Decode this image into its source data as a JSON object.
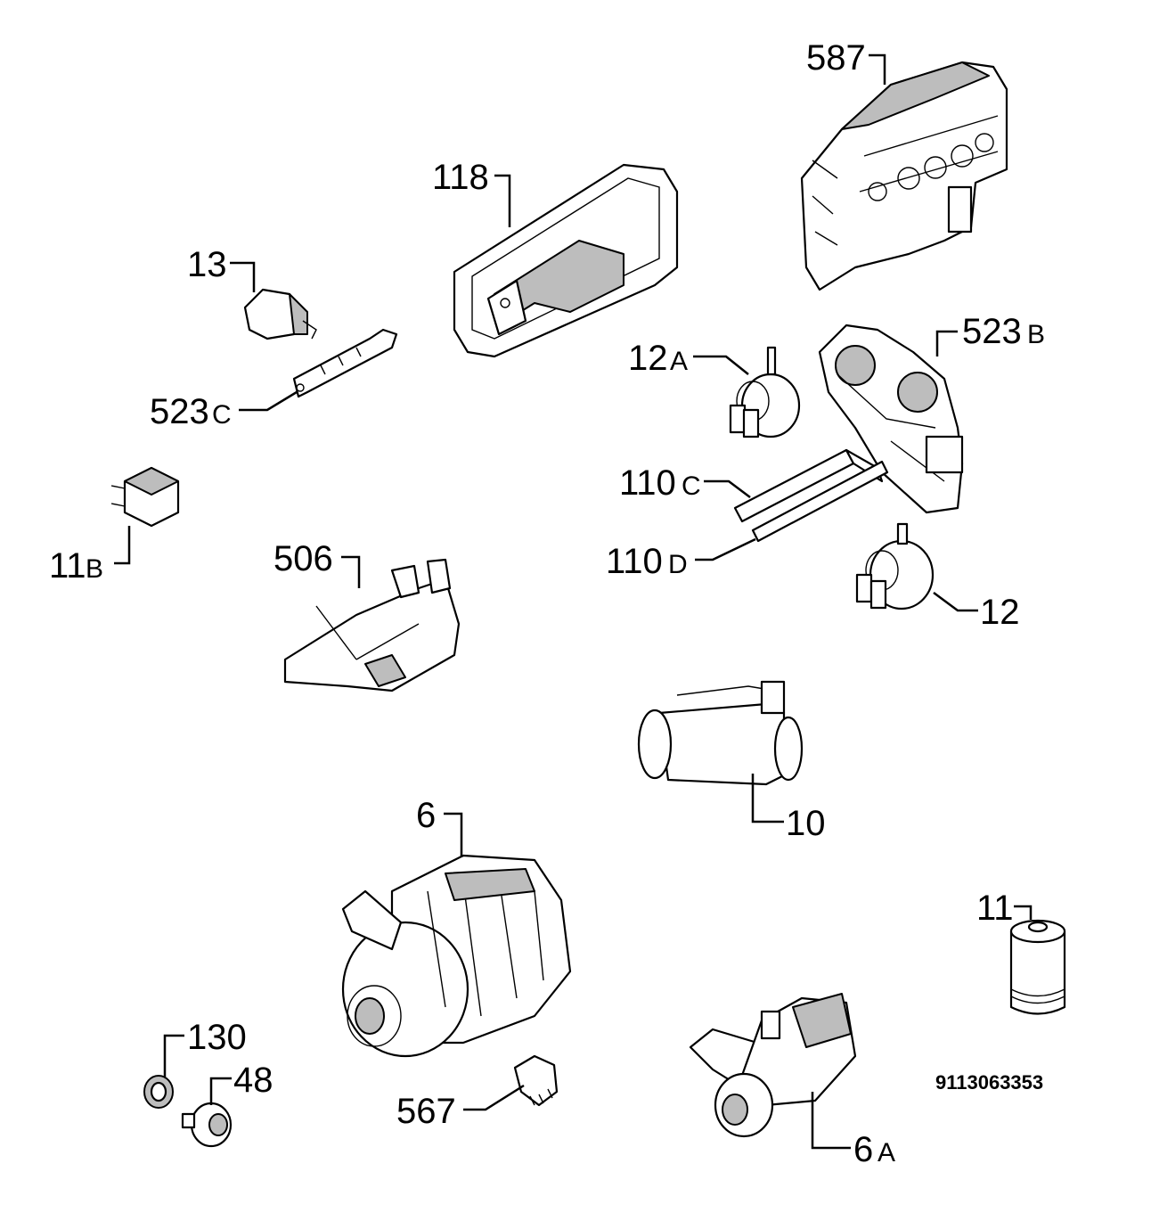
{
  "diagram": {
    "document_code": "9113063353",
    "callouts": {
      "p587": "587",
      "p118": "118",
      "p13": "13",
      "p523c_num": "523",
      "p523c_sfx": "C",
      "p523b_num": "523",
      "p523b_sfx": "B",
      "p12a_num": "12",
      "p12a_sfx": "A",
      "p110c_num": "110",
      "p110c_sfx": "C",
      "p110d_num": "110",
      "p110d_sfx": "D",
      "p12": "12",
      "p11b_num": "11",
      "p11b_sfx": "B",
      "p506": "506",
      "p10": "10",
      "p6": "6",
      "p11": "11",
      "p130": "130",
      "p48": "48",
      "p567": "567",
      "p6a_num": "6",
      "p6a_sfx": "A"
    }
  }
}
